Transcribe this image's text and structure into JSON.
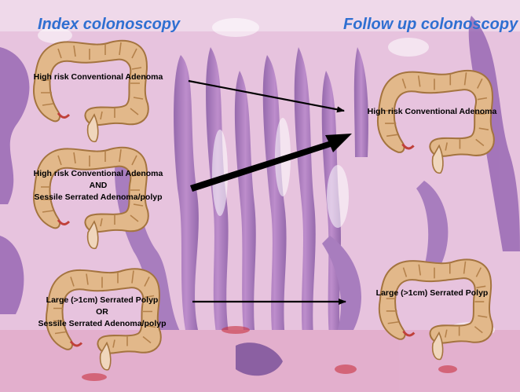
{
  "headings": {
    "index": "Index colonoscopy",
    "follow_up": "Follow up colonoscopy"
  },
  "index_findings": [
    {
      "lines": [
        "High risk Conventional Adenoma"
      ]
    },
    {
      "lines": [
        "High risk Conventional Adenoma",
        "AND",
        "Sessile Serrated Adenoma/polyp"
      ]
    },
    {
      "lines": [
        "Large (>1cm) Serrated Polyp",
        "OR",
        "Sessile Serrated Adenoma/polyp"
      ]
    }
  ],
  "follow_up_findings": [
    {
      "lines": [
        "High risk Conventional Adenoma"
      ]
    },
    {
      "lines": [
        "Large (>1cm) Serrated Polyp"
      ]
    }
  ],
  "colors": {
    "heading": "#2f6fd1",
    "colon_fill": "#e2b88a",
    "colon_stroke": "#a4743f",
    "histology_pink": "#e9c6df",
    "histology_purple": "#8a5aa8",
    "arrow": "#000000"
  },
  "icons": [
    "colon-icon"
  ]
}
